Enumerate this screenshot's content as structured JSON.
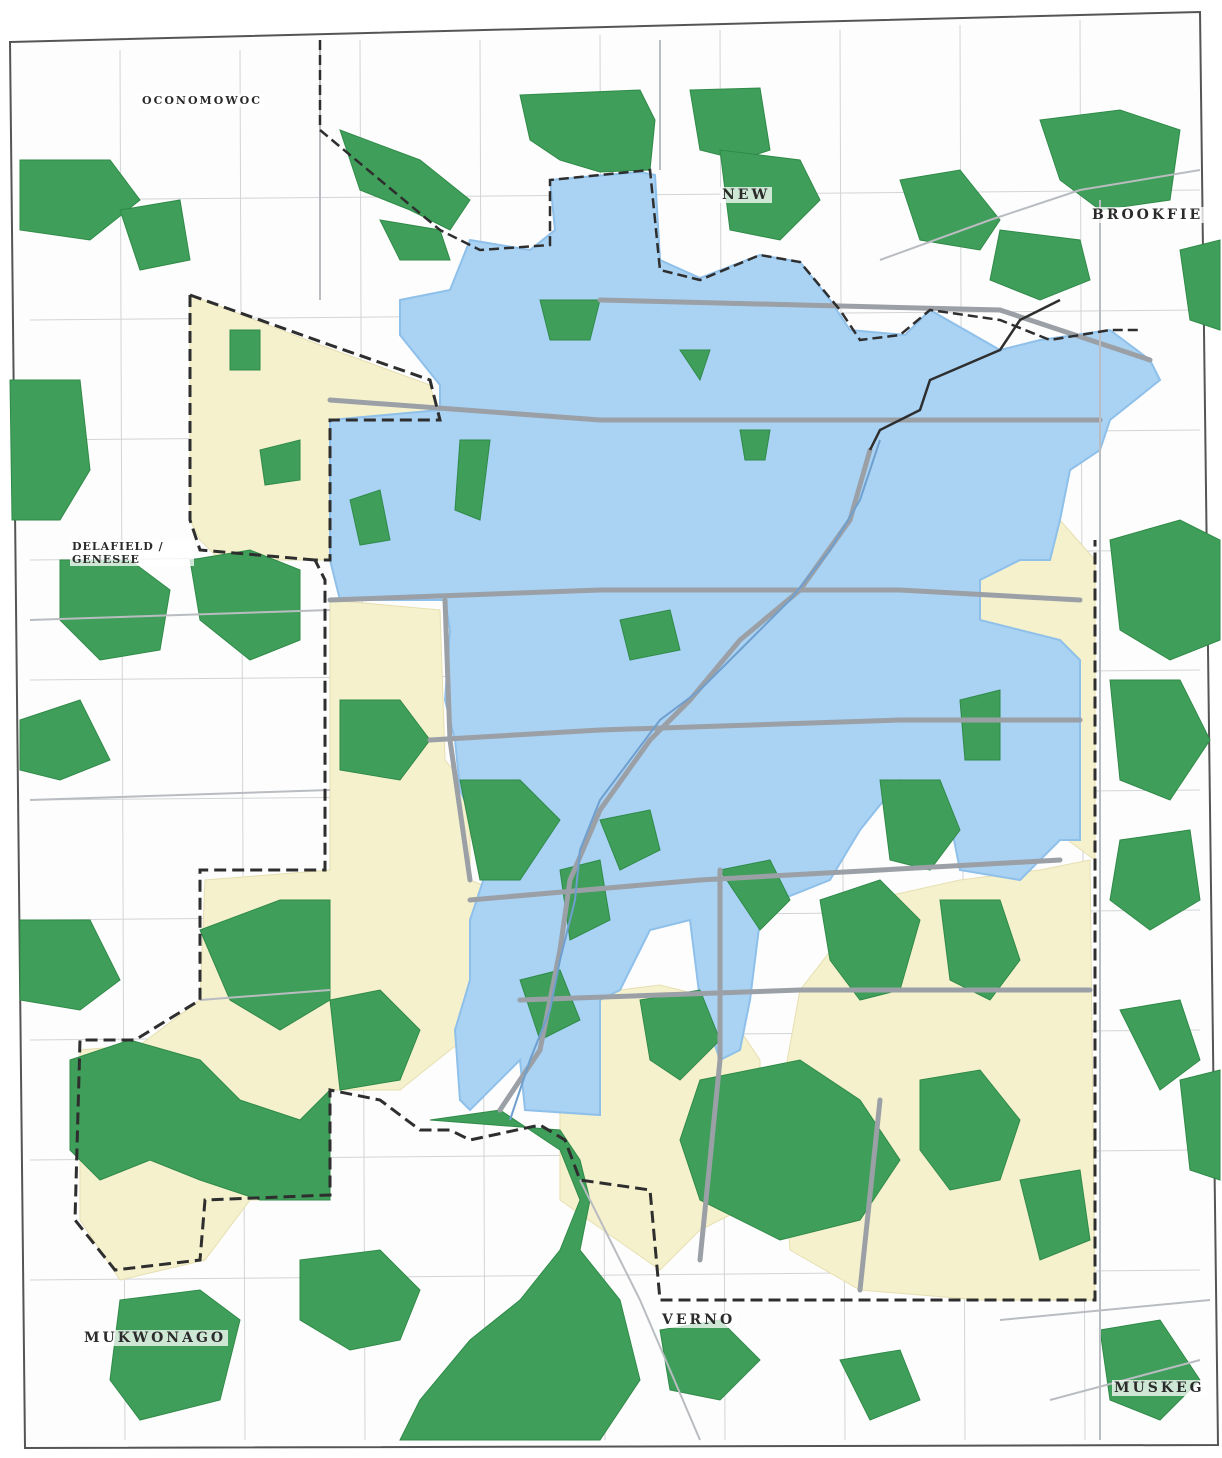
{
  "colors": {
    "paper": "#ffffff",
    "service_area": "#a9d2f3",
    "woodland": "#3f9f5a",
    "planned_growth": "#f5f1cd",
    "boundary": "#2e2e2e",
    "roads": "#9aa0a6",
    "streets": "#b9bcc0"
  },
  "labels": {
    "new_berlin": "NEW",
    "brookfield": "BROOKFIE",
    "mukwonago": "MUKWONAGO",
    "vernon": "VERNO",
    "muskego": "MUSKEG",
    "delafield_genesee": "DELAFIELD / GENESEE",
    "top_left": "OCONOMOWOC"
  }
}
